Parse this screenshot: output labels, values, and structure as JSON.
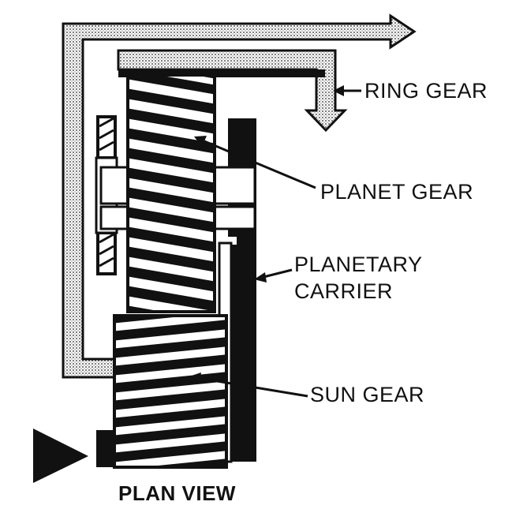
{
  "labels": {
    "ring_gear": "RING GEAR",
    "planet_gear": "PLANET GEAR",
    "planetary_carrier_line1": "PLANETARY",
    "planetary_carrier_line2": "CARRIER",
    "sun_gear": "SUN GEAR",
    "plan_view": "PLAN VIEW"
  },
  "colors": {
    "ink": "#111111",
    "paper": "#ffffff"
  }
}
